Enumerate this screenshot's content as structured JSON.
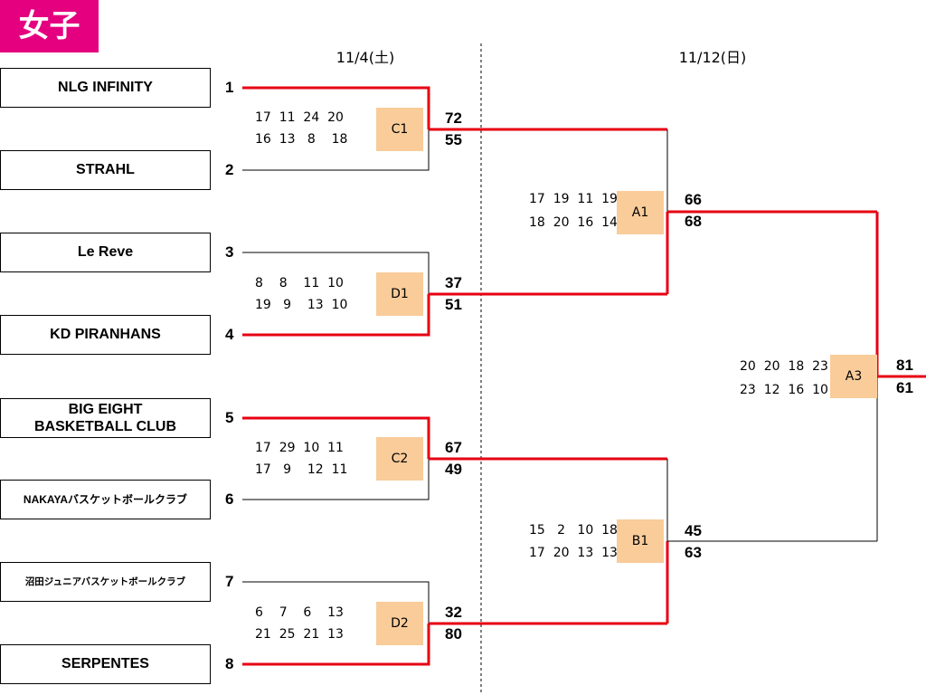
{
  "header": {
    "title": "女子"
  },
  "dates": [
    "11/4(土)",
    "11/12(日)"
  ],
  "teams": [
    {
      "name": "NLG INFINITY",
      "seed": "1"
    },
    {
      "name": "STRAHL",
      "seed": "2"
    },
    {
      "name": "Le Reve",
      "seed": "3"
    },
    {
      "name": "KD PIRANHANS",
      "seed": "4"
    },
    {
      "name": "BIG EIGHT\nBASKETBALL CLUB",
      "seed": "5"
    },
    {
      "name": "NAKAYAバスケットボールクラブ",
      "seed": "6"
    },
    {
      "name": "沼田ジュニアバスケットボールクラブ",
      "seed": "7"
    },
    {
      "name": "SERPENTES",
      "seed": "8"
    }
  ],
  "games": [
    {
      "id": "C1",
      "quarters_top": "17  11  24  20",
      "quarters_bottom": "16  13   8    18",
      "score_top": "72",
      "score_bottom": "55"
    },
    {
      "id": "D1",
      "quarters_top": "8    8    11  10",
      "quarters_bottom": "19   9    13  10",
      "score_top": "37",
      "score_bottom": "51"
    },
    {
      "id": "C2",
      "quarters_top": "17  29  10  11",
      "quarters_bottom": "17   9    12  11",
      "score_top": "67",
      "score_bottom": "49"
    },
    {
      "id": "D2",
      "quarters_top": "6    7    6    13",
      "quarters_bottom": "21  25  21  13",
      "score_top": "32",
      "score_bottom": "80"
    },
    {
      "id": "A1",
      "quarters_top": "17  19  11  19",
      "quarters_bottom": "18  20  16  14",
      "score_top": "66",
      "score_bottom": "68"
    },
    {
      "id": "B1",
      "quarters_top": "15   2   10  18",
      "quarters_bottom": "17  20  13  13",
      "score_top": "45",
      "score_bottom": "63"
    },
    {
      "id": "A3",
      "quarters_top": "20  20  18  23",
      "quarters_bottom": "23  12  16  10",
      "score_top": "81",
      "score_bottom": "61"
    }
  ],
  "colors": {
    "winner_line": "#e60012",
    "line": "#000000",
    "game_box": "#f9cc9a",
    "title_bg": "#e4007f"
  }
}
